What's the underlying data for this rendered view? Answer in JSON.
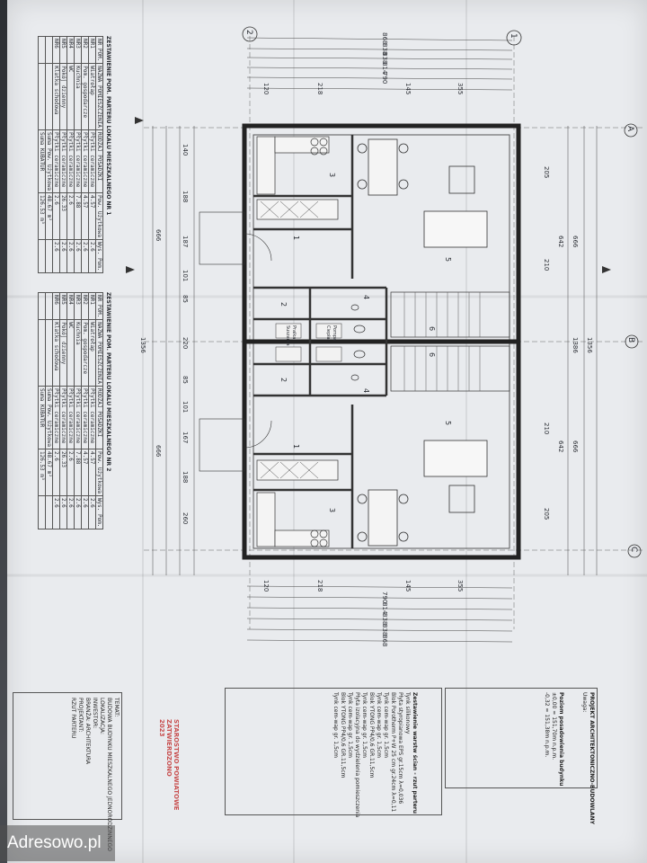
{
  "watermark": "Adresowo.pl",
  "grid": {
    "top_axes": [
      "2",
      "1"
    ],
    "side_axes": [
      "A",
      "B",
      "C"
    ]
  },
  "dimensions": {
    "top_chain": [
      "868",
      "838",
      "838",
      "814",
      "790"
    ],
    "top_segments": [
      "120",
      "218",
      "145",
      "355"
    ],
    "bottom_chain": [
      "790",
      "814",
      "838",
      "838",
      "868"
    ],
    "bottom_segments": [
      "120",
      "218",
      "145",
      "355"
    ],
    "left_col": [
      "140",
      "188",
      "187",
      "101",
      "85",
      "220",
      "85",
      "101",
      "167",
      "188",
      "260"
    ],
    "left_total": [
      "666",
      "1356",
      "666"
    ],
    "right_col": [
      "205",
      "210",
      "642",
      "666",
      "1356",
      "1386",
      "666",
      "642",
      "210",
      "205"
    ]
  },
  "rooms": [
    "1",
    "2",
    "3",
    "4",
    "5",
    "6",
    "1",
    "2",
    "3",
    "4",
    "5",
    "6"
  ],
  "room_labels": [
    "Pralka",
    "Suszarka",
    "Pompa",
    "Ciepła"
  ],
  "tables": {
    "unit1_title": "ZESTAWIENIE POM. PARTERU LOKALU MIESZKALNEGO NR 1",
    "unit2_title": "ZESTAWIENIE POM. PARTERU LOKALU MIESZKALNEGO NR 2",
    "headers": [
      "NR POM.",
      "NAZWA POMIESZCZENIA",
      "RODZAJ POSADZKI",
      "Pow. Użytkowa",
      "Wys. Pom."
    ],
    "rows": [
      [
        "NR1",
        "Wiatrołap",
        "Płytki ceramiczne",
        "4.57",
        "2.6"
      ],
      [
        "NR2",
        "Pom. gospodarcze",
        "Płytki ceramiczne",
        "4.57",
        "2.6"
      ],
      [
        "NR3",
        "Kuchnia",
        "Płytki ceramiczne",
        "7.88",
        "2.6"
      ],
      [
        "NR4",
        "WC",
        "Płytki ceramiczne",
        "2.6",
        "2.6"
      ],
      [
        "NR5",
        "Pokój dzienny",
        "Płytki ceramiczne",
        "26.33",
        "2.6"
      ],
      [
        "NR6",
        "Klatka schodowa",
        "Płytki ceramiczne",
        "2.6",
        "2.6"
      ]
    ],
    "sum_label": "Suma Pow. Użytkowa",
    "sum_value": "48.67 m²",
    "sum2_label": "Suma KUBATUR",
    "sum2_value": "126.53 m³"
  },
  "notes": {
    "title": "Zestawienie warstw ścian - rzut parteru",
    "lines": [
      "Tynk silikonowy",
      "Płyta styropianowa EPS gr.15cm λ=0,036",
      "Blok Porotherm P+W 25 cm gr.24cm λ=0,11",
      "Tynk cem-wap gr. 1,5cm",
      "Tynk cem-wap gr. 1,5cm",
      "Blok YTONG PP4/0,6 GR.11,5cm",
      "Tynk cem-wap gr. 1,5cm",
      "Płyta izolacyjna do wydzielenia pomieszczenia",
      "Tynk cem-wap gr. 1,5cm",
      "Blok YTONG PP4/0,6 GR.11,5cm",
      "Tynk cem-wap gr. 1,5cm"
    ]
  },
  "project": {
    "header": "PROJEKT ARCHITEKTONICZNO-BUDOWLANY",
    "uwaga": "Uwaga:",
    "zero_title": "Poziom posadowienia budynku",
    "zero_values": [
      "±0,00 = 151,70m n.p.m.",
      "-0,32 = 151,38m n.p.m."
    ],
    "title_block": [
      "TEMAT:",
      "BUDOWA BUDYNKU MIESZKALNEGO JEDNORODZINNEGO",
      "LOKALIZACJA:",
      "INWESTOR:",
      "BRANŻA: ARCHITEKTURA",
      "PROJEKTANT:",
      "RZUT PARTERU"
    ],
    "stamp": "STAROSTWO POWIATOWE",
    "stamp_line2": "ZATWIERDZONO",
    "stamp_date": "2023"
  }
}
